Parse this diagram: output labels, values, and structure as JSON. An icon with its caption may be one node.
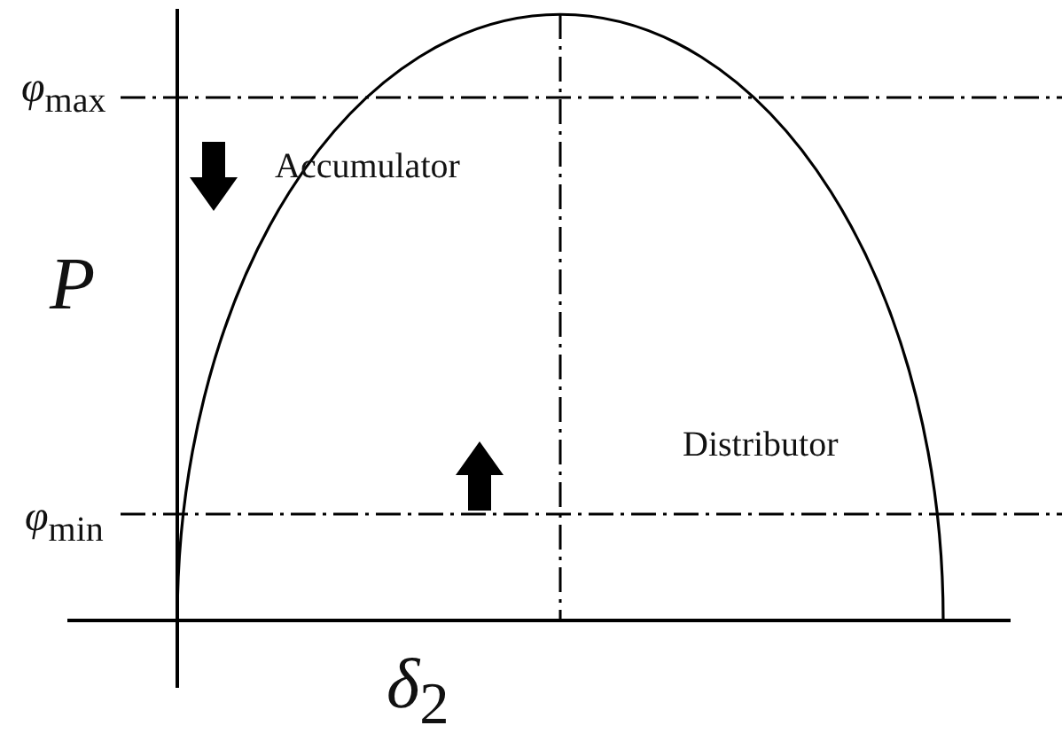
{
  "diagram": {
    "labels": [
      "φ$_{max}$",
      "Accumulator",
      "P",
      "Distributor",
      "φ$_{min}$",
      "δ$_{2}$"
    ]
  }
}
